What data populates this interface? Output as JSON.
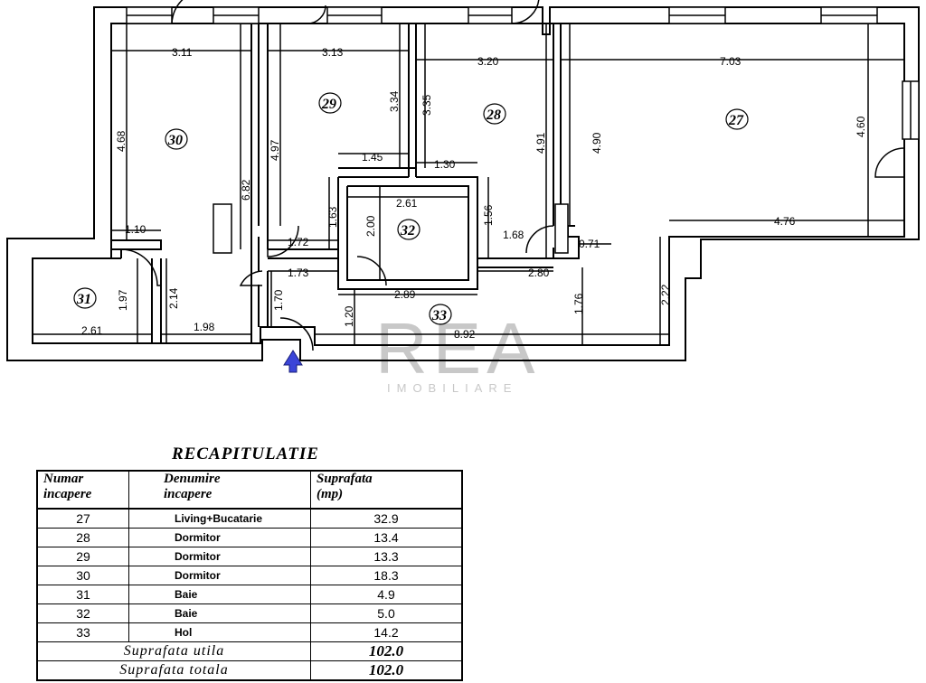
{
  "watermark": {
    "brand": "REA",
    "sub": "IMOBILIARE"
  },
  "rooms": [
    {
      "id": "room-27",
      "number": "27"
    },
    {
      "id": "room-28",
      "number": "28"
    },
    {
      "id": "room-29",
      "number": "29"
    },
    {
      "id": "room-30",
      "number": "30"
    },
    {
      "id": "room-31",
      "number": "31"
    },
    {
      "id": "room-32",
      "number": "32"
    },
    {
      "id": "room-33",
      "number": "33"
    }
  ],
  "dimensions": [
    "3.11",
    "3.13",
    "3.20",
    "7.03",
    "4.68",
    "4.97",
    "3.34",
    "3.35",
    "4.91",
    "4.90",
    "4.60",
    "6.82",
    "1.45",
    "1.30",
    "2.61",
    "2.00",
    "1.63",
    "1.56",
    "1.68",
    "0.71",
    "4.76",
    "1.10",
    "1.72",
    "1.73",
    "2.80",
    "2.89",
    "1.97",
    "2.14",
    "1.70",
    "1.20",
    "1.76",
    "2.22",
    "2.61",
    "1.98",
    "8.92"
  ],
  "recap": {
    "title": "RECAPITULATIE",
    "headers": {
      "col1_line1": "Numar",
      "col1_line2": "incapere",
      "col2_line1": "Denumire",
      "col2_line2": "incapere",
      "col3_line1": "Suprafata",
      "col3_line2": "(mp)"
    },
    "rows": [
      {
        "number": "27",
        "name": "Living+Bucatarie",
        "area": "32.9"
      },
      {
        "number": "28",
        "name": "Dormitor",
        "area": "13.4"
      },
      {
        "number": "29",
        "name": "Dormitor",
        "area": "13.3"
      },
      {
        "number": "30",
        "name": "Dormitor",
        "area": "18.3"
      },
      {
        "number": "31",
        "name": "Baie",
        "area": "4.9"
      },
      {
        "number": "32",
        "name": "Baie",
        "area": "5.0"
      },
      {
        "number": "33",
        "name": "Hol",
        "area": "14.2"
      }
    ],
    "useful_label": "Suprafata utila",
    "useful_value": "102.0",
    "total_label": "Suprafata totala",
    "total_value": "102.0"
  }
}
